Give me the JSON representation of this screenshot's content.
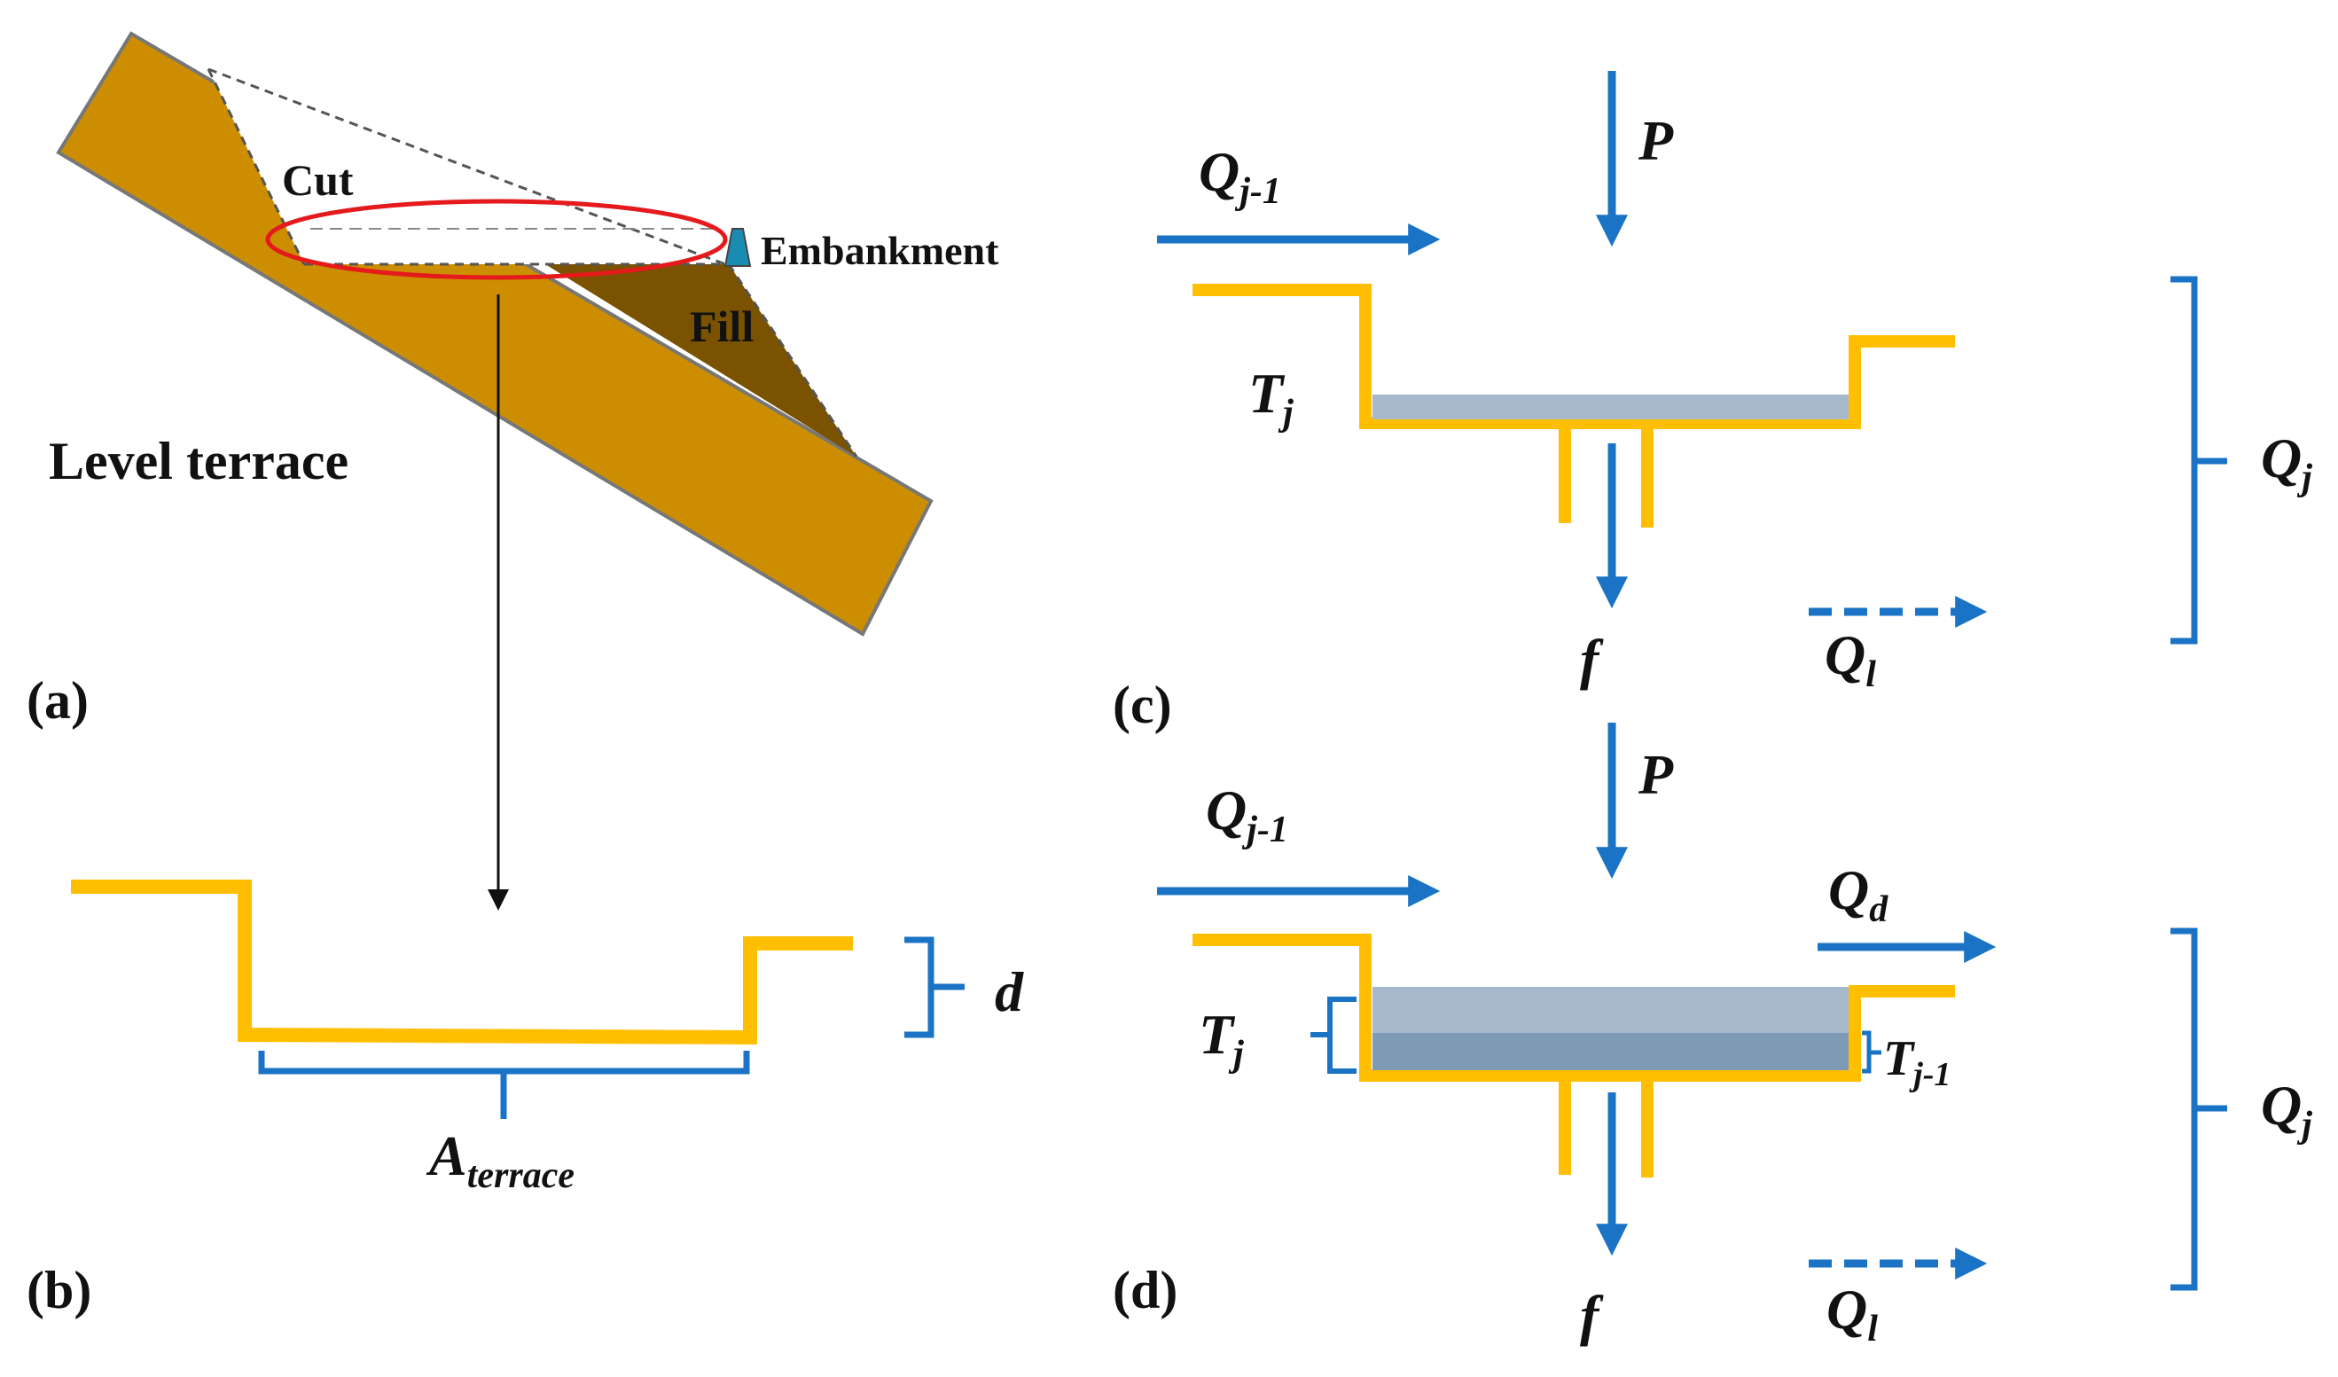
{
  "colors": {
    "soil": "#CC8E00",
    "fill_soil": "#7A5200",
    "terrace_line": "#FFBF00",
    "flow": "#1A73C4",
    "water_light": "#A8B8CC",
    "water_dark": "#7F9AB5",
    "cut_ellipse": "#E41A1C",
    "guide_dash": "#555555",
    "embankment": "#1A8CB4"
  },
  "panel_a": {
    "label": "(a)",
    "cut": "Cut",
    "embankment": "Embankment",
    "fill": "Fill",
    "title": "Level terrace"
  },
  "panel_b": {
    "label": "(b)",
    "depth": "d",
    "area": "A",
    "area_sub": "terrace"
  },
  "panel_c": {
    "label": "(c)",
    "precip": "P",
    "inflow": "Q",
    "inflow_sub": "j-1",
    "storage": "T",
    "storage_sub": "j",
    "infiltration": "f",
    "leakage": "Q",
    "leakage_sub": "l",
    "total": "Q",
    "total_sub": "j"
  },
  "panel_d": {
    "label": "(d)",
    "precip": "P",
    "inflow": "Q",
    "inflow_sub": "j-1",
    "drain": "Q",
    "drain_sub": "d",
    "storage": "T",
    "storage_sub": "j",
    "prev_storage": "T",
    "prev_storage_sub": "j-1",
    "infiltration": "f",
    "leakage": "Q",
    "leakage_sub": "l",
    "total": "Q",
    "total_sub": "j"
  }
}
